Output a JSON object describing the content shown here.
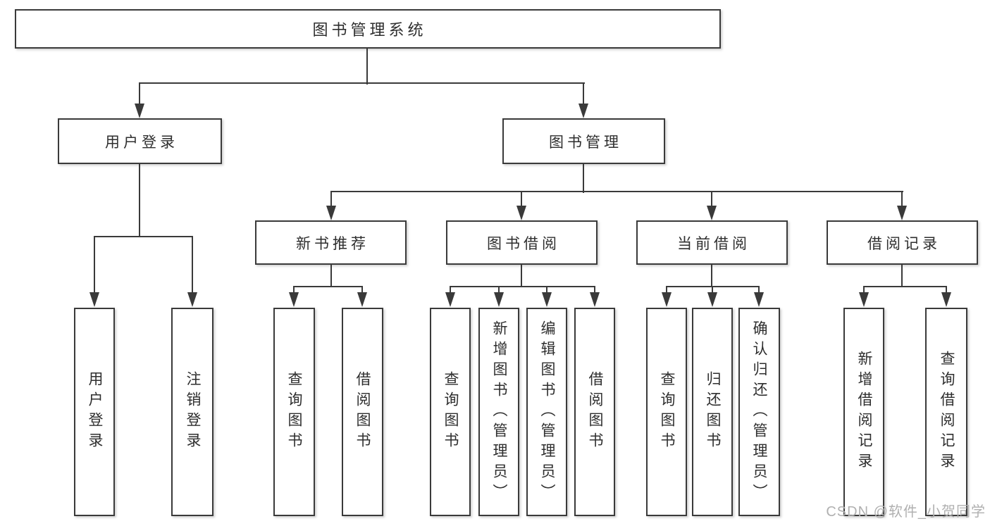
{
  "diagram_title": "图书管理系统",
  "nodes": {
    "root": "图书管理系统",
    "user_login": "用户登录",
    "book_mgmt": "图书管理",
    "new_book_rec": "新书推荐",
    "book_borrow": "图书借阅",
    "current_borrow": "当前借阅",
    "borrow_records": "借阅记录",
    "leaf_user_login": "用户登录",
    "leaf_logout": "注销登录",
    "leaf_rec_query": "查询图书",
    "leaf_rec_borrow": "借阅图书",
    "leaf_bb_query": "查询图书",
    "leaf_bb_add": "新增图书（管理员）",
    "leaf_bb_edit": "编辑图书（管理员）",
    "leaf_bb_borrow": "借阅图书",
    "leaf_cb_query": "查询图书",
    "leaf_cb_return": "归还图书",
    "leaf_cb_confirm": "确认归还（管理员）",
    "leaf_br_add": "新增借阅记录",
    "leaf_br_query": "查询借阅记录"
  },
  "hierarchy": {
    "图书管理系统": {
      "用户登录": [
        "用户登录",
        "注销登录"
      ],
      "图书管理": {
        "新书推荐": [
          "查询图书",
          "借阅图书"
        ],
        "图书借阅": [
          "查询图书",
          "新增图书（管理员）",
          "编辑图书（管理员）",
          "借阅图书"
        ],
        "当前借阅": [
          "查询图书",
          "归还图书",
          "确认归还（管理员）"
        ],
        "借阅记录": [
          "新增借阅记录",
          "查询借阅记录"
        ]
      }
    }
  },
  "watermark": {
    "text": "CSDN @软件_小贺同学",
    "color": "#b0b0b0"
  },
  "colors": {
    "line": "#3a3a3a",
    "text": "#2e2e2e",
    "background": "#ffffff"
  }
}
